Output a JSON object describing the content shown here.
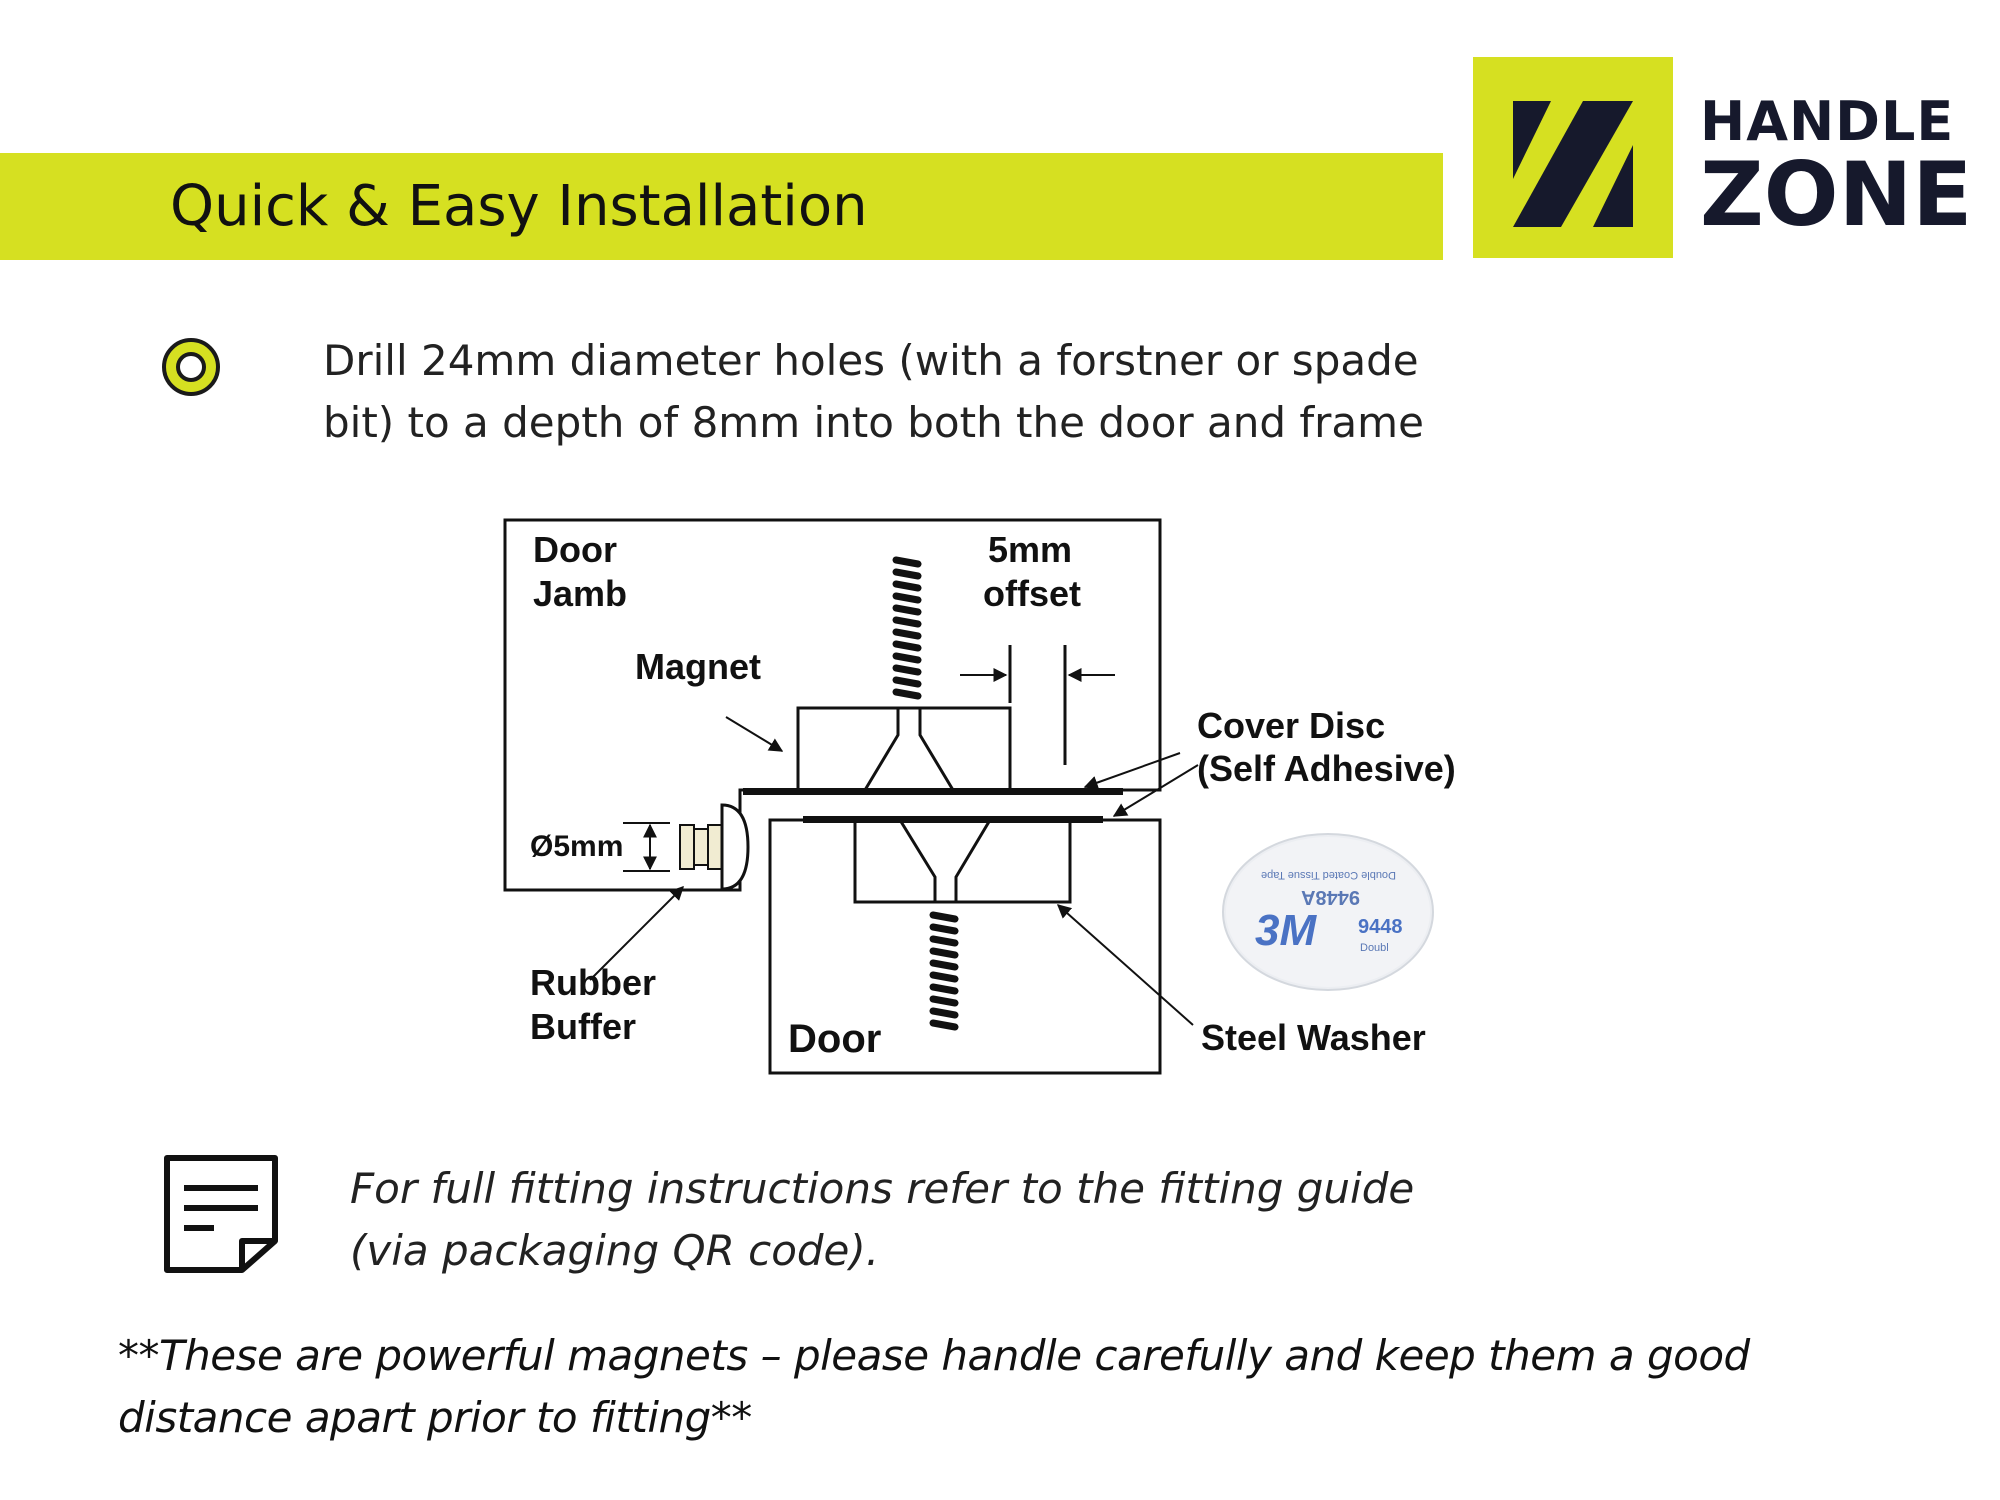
{
  "header": {
    "title": "Quick & Easy Installation",
    "accent_color": "#d6e021"
  },
  "logo": {
    "line1": "HANDLE",
    "line2": "ZONE",
    "mark_color": "#16192c"
  },
  "instruction": {
    "icon": "ring-bullet-icon",
    "text": "Drill 24mm diameter holes (with a forstner or spade\nbit) to a depth of 8mm into both the door and frame"
  },
  "diagram": {
    "labels": {
      "door_jamb_1": "Door",
      "door_jamb_2": "Jamb",
      "offset_1": "5mm",
      "offset_2": "offset",
      "magnet": "Magnet",
      "cover_disc_1": "Cover Disc",
      "cover_disc_2": "(Self Adhesive)",
      "diameter": "Ø5mm",
      "rubber_buffer_1": "Rubber",
      "rubber_buffer_2": "Buffer",
      "door": "Door",
      "steel_washer": "Steel Washer"
    },
    "disc_print": {
      "brand": "3M",
      "code": "9448",
      "code_mirrored": "9448A",
      "fine_print": "Double Coated Tissue Tape",
      "fine_print_short": "Doubl"
    }
  },
  "note": {
    "icon": "note-document-icon",
    "text": "For full fitting instructions refer to the fitting guide\n(via packaging QR code)."
  },
  "warning": {
    "text": "**These are powerful magnets – please handle carefully and keep them a good\ndistance apart prior to fitting**"
  }
}
